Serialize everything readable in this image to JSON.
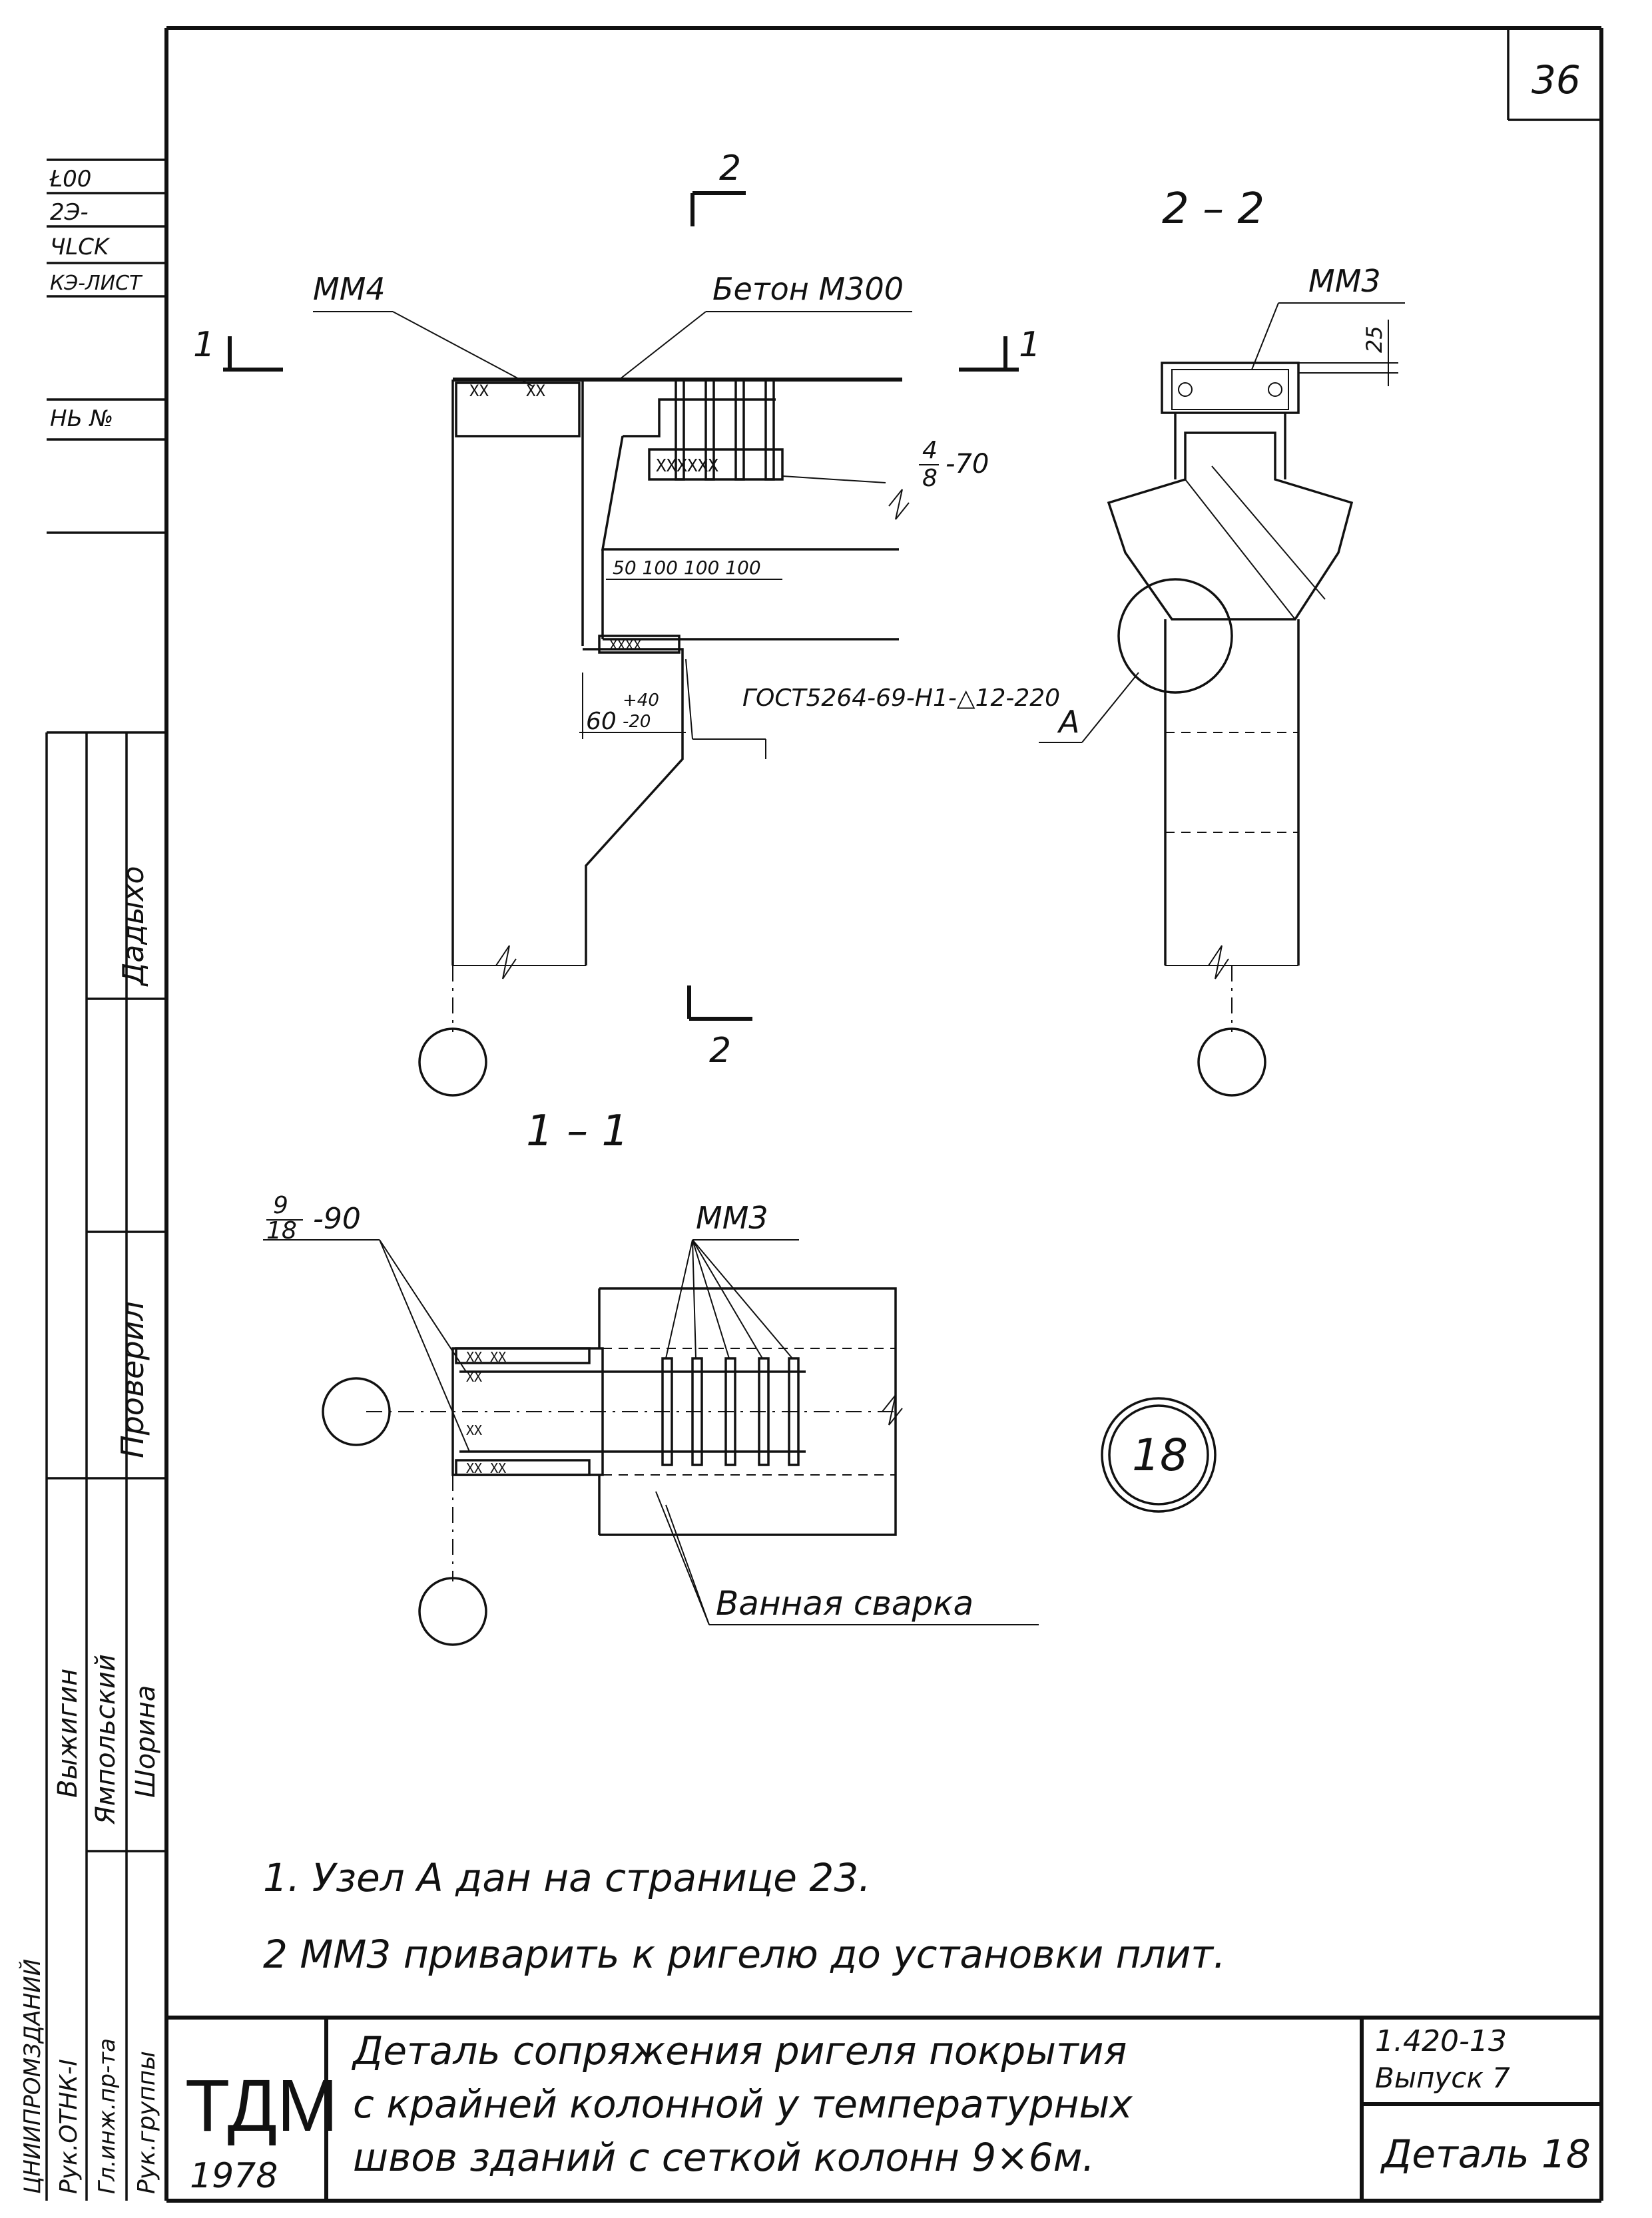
{
  "sheet": {
    "page_number": "36",
    "detail_badge": "18"
  },
  "side_stamp": {
    "top_cells": [
      "Ł00",
      "2Э-",
      "ЧLCK",
      "КЭ-ЛИСТ",
      "НЬ №"
    ],
    "roles": [
      "Проверил",
      "Рук.ОТНК-I",
      "Гл.инж.пр-та",
      "Рук.группы"
    ],
    "names": [
      "Дадыхо",
      "Выжигин",
      "Ямпольский",
      "Шорина"
    ],
    "org_vertical": "ЦНИИПРОМЗДАНИЙ"
  },
  "drawing": {
    "section_mark_2": "2",
    "section_mark_1": "1",
    "section_2_2_title": "2 – 2",
    "section_1_1_title": "1 – 1",
    "label_mm4": "ММ4",
    "label_beton": "Бетон М300",
    "label_rebar_4_8_num": "4",
    "label_rebar_4_8_den": "8",
    "label_rebar_4_8_len": "-70",
    "dims_50_100": "50   100 100 100",
    "dim_60_main": "60",
    "dim_60_plus": "+40",
    "dim_60_minus": "-20",
    "label_gost": "ГОСТ5264-69-Н1-△12-220",
    "label_a": "А",
    "label_mm3_top": "ММ3",
    "dim_25": "25",
    "label_rebar_9_18_num": "9",
    "label_rebar_9_18_den": "18",
    "label_rebar_9_18_len": "-90",
    "label_mm3_plan": "ММ3",
    "label_vannaya": "Ванная сварка"
  },
  "notes": [
    "1. Узел А дан на странице 23.",
    "2 ММ3 приварить к ригелю до установки плит."
  ],
  "title_block": {
    "logo": "ТДМ",
    "year": "1978",
    "title_lines": [
      "Деталь сопряжения ригеля покрытия",
      "с крайней колонной у температурных",
      "швов зданий с сеткой колонн 9×6м."
    ],
    "series": "1.420-13",
    "issue": "Выпуск 7",
    "detail": "Деталь 18"
  }
}
